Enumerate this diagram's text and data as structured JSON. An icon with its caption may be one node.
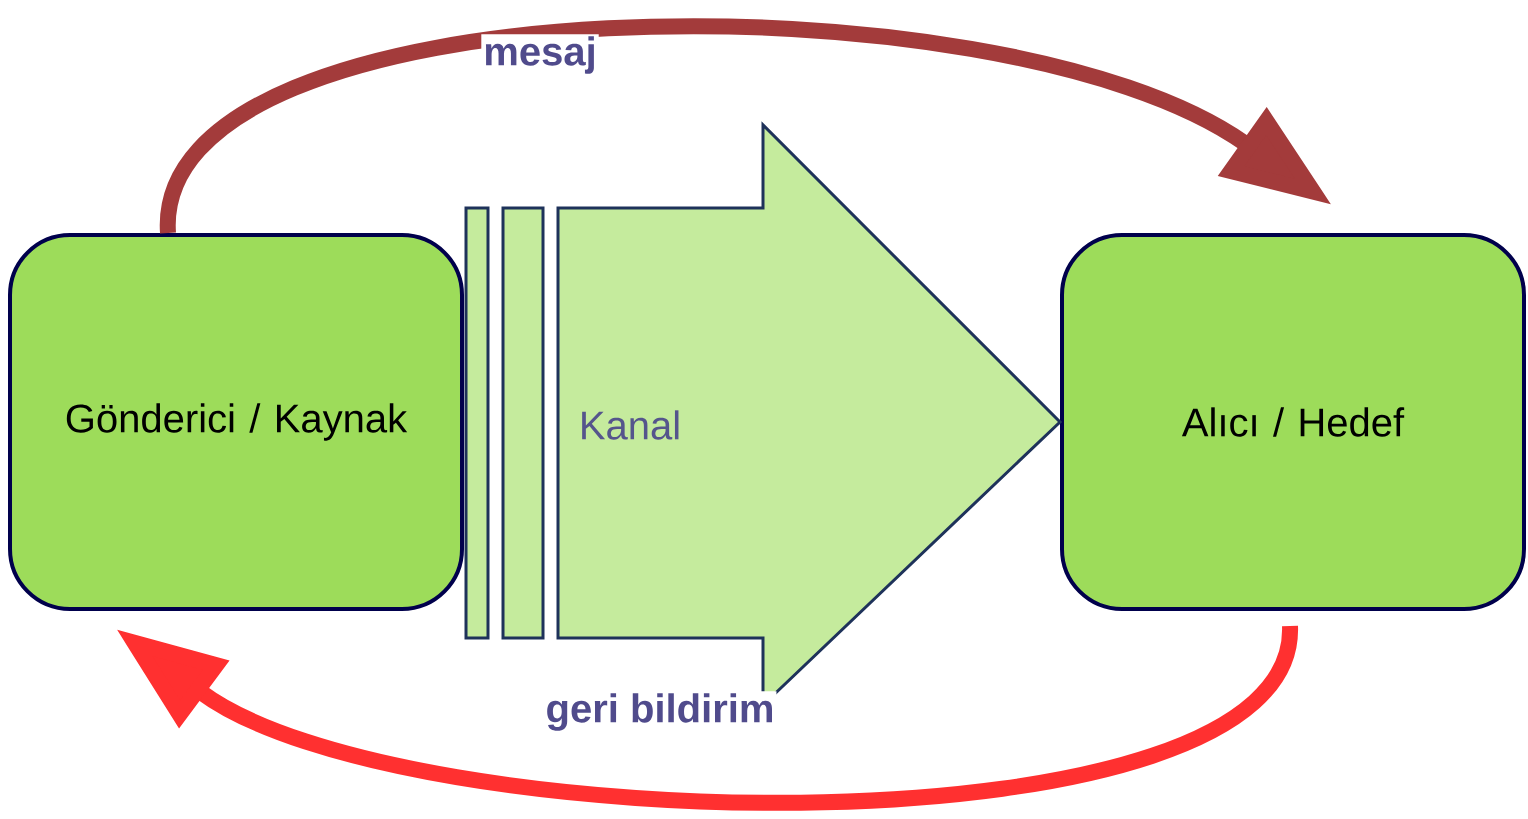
{
  "diagram": {
    "nodes": [
      {
        "text": [
          "Gönderici / Kaynak"
        ]
      },
      {
        "text": [
          "Alıcı / Hedef"
        ]
      }
    ],
    "edges": [
      {
        "from": 0,
        "to": 1,
        "arrow": "to",
        "label": "mesaj",
        "color": "#a33b3b"
      },
      {
        "from": 0,
        "to": 1,
        "arrow": "to",
        "label": "Kanal",
        "color": "#c5eb9d"
      },
      {
        "from": 1,
        "to": 0,
        "arrow": "to",
        "label": "geri bildirim",
        "color": "#ff3030"
      }
    ]
  }
}
